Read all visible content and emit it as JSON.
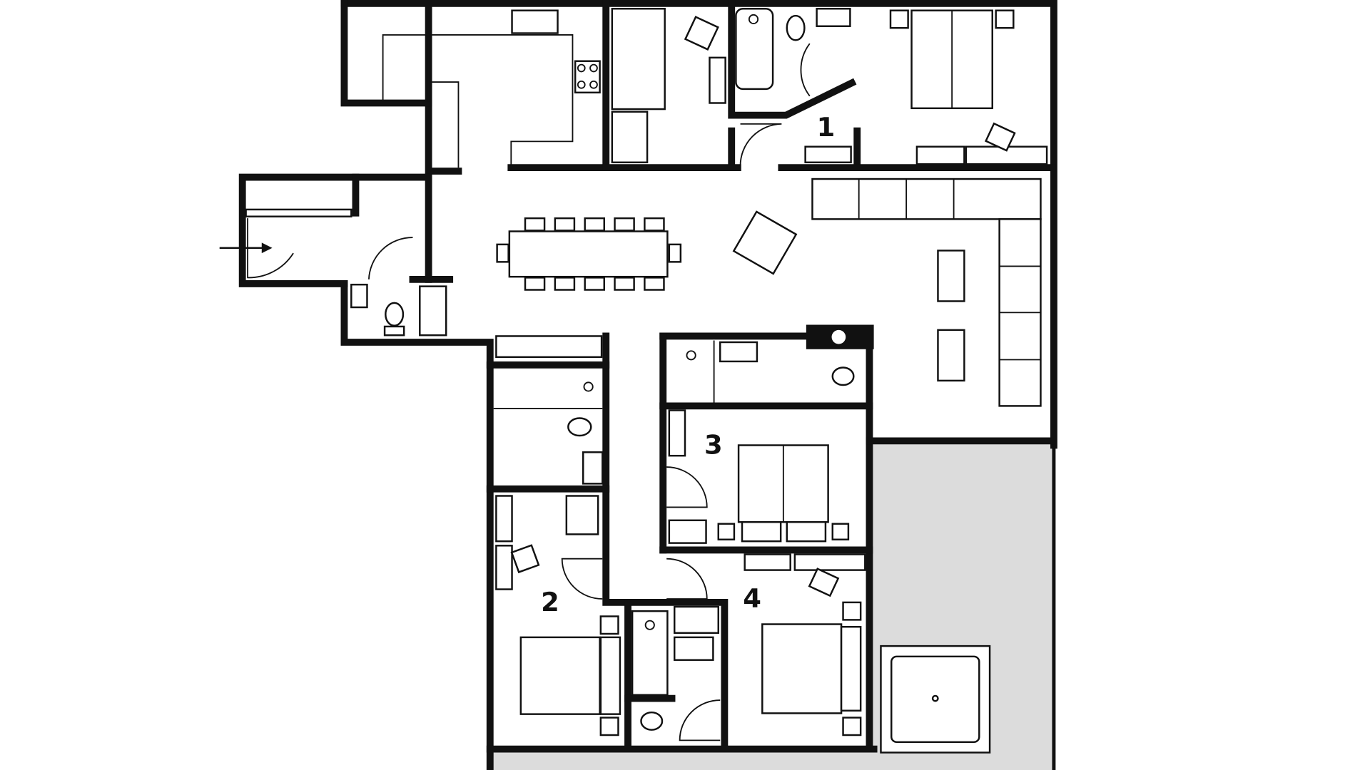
{
  "plan": {
    "rooms": [
      {
        "id": "bedroom-1",
        "label": "1"
      },
      {
        "id": "bedroom-2",
        "label": "2"
      },
      {
        "id": "bedroom-3",
        "label": "3"
      },
      {
        "id": "bedroom-4",
        "label": "4"
      }
    ],
    "colors": {
      "wall": "#111111",
      "terrace": "#dcdcdc",
      "background": "#ffffff"
    }
  }
}
